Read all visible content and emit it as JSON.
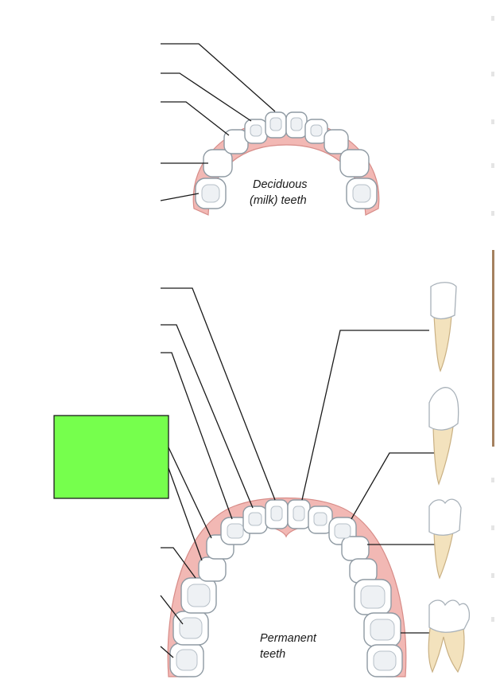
{
  "diagram": {
    "deciduous_caption": [
      "Deciduous",
      "(milk) teeth"
    ],
    "permanent_caption": [
      "Permanent",
      "teeth"
    ],
    "colors": {
      "gum": "#f2b8b4",
      "tooth_crown": "#ffffff",
      "tooth_root": "#f3e2bd",
      "label_box": "#76ff4d",
      "leader_line": "#1a1a1a"
    }
  }
}
